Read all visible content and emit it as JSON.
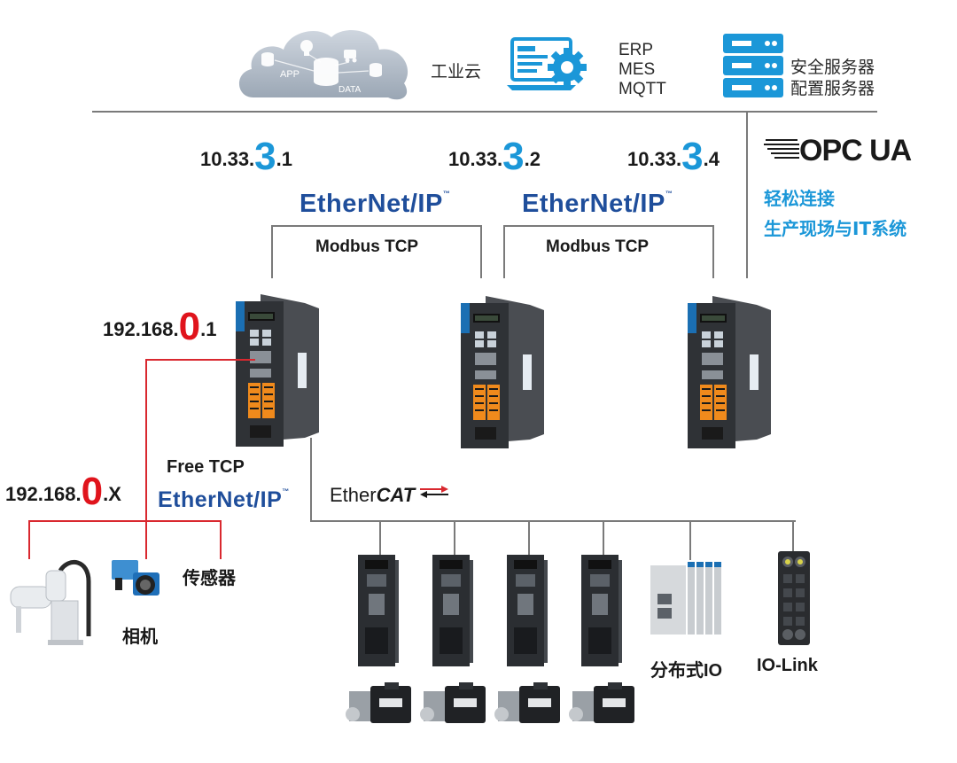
{
  "cloud": {
    "app_label": "APP",
    "data_label": "DATA",
    "caption": "工业云"
  },
  "software": {
    "lines": [
      "ERP",
      "MES",
      "MQTT"
    ]
  },
  "servers": {
    "lines": [
      "安全服务器",
      "配置服务器"
    ]
  },
  "opcua": {
    "logo": "OPC UA",
    "tagline1": "轻松连接",
    "tagline2": "生产现场与IT系统"
  },
  "upper_ips": [
    {
      "prefix": "10.33.",
      "highlight": "3",
      "suffix": ".1"
    },
    {
      "prefix": "10.33.",
      "highlight": "3",
      "suffix": ".2"
    },
    {
      "prefix": "10.33.",
      "highlight": "3",
      "suffix": ".4"
    }
  ],
  "upper_protocols": [
    {
      "ethernetip": "EtherNet/IP",
      "modbus": "Modbus TCP"
    },
    {
      "ethernetip": "EtherNet/IP",
      "modbus": "Modbus TCP"
    }
  ],
  "local_ip": {
    "prefix": "192.168.",
    "highlight": "0",
    "suffix": ".1"
  },
  "device_ip": {
    "prefix": "192.168.",
    "highlight": "0",
    "suffix": ".X"
  },
  "field_protocols": {
    "free_tcp": "Free TCP",
    "ethernetip": "EtherNet/IP",
    "ethercat_prefix": "Ether",
    "ethercat_suffix": "CAT"
  },
  "devices": {
    "camera": "相机",
    "sensor": "传感器",
    "distributed_io": "分布式IO",
    "io_link": "IO-Link"
  },
  "colors": {
    "accent_blue": "#1b97d8",
    "highlight_red": "#e0141c",
    "protocol_blue": "#1f4e9b",
    "line_gray": "#7a7a7a",
    "device_red": "#d9282f"
  }
}
